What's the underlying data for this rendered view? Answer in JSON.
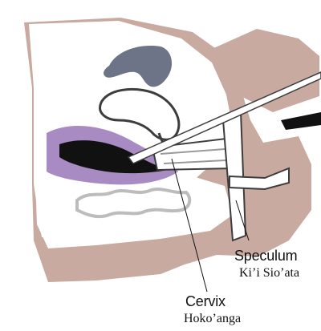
{
  "labels": {
    "speculum": {
      "english": "Speculum",
      "tongan": "Ki’i Sio’ata"
    },
    "cervix": {
      "english": "Cervix",
      "tongan": "Hoko’anga"
    }
  },
  "colors": {
    "tissue": "#c8aaa0",
    "vagina": "#a98bc4",
    "bladder": "#6e7487",
    "outline": "#3d3d3d",
    "background": "#ffffff"
  }
}
